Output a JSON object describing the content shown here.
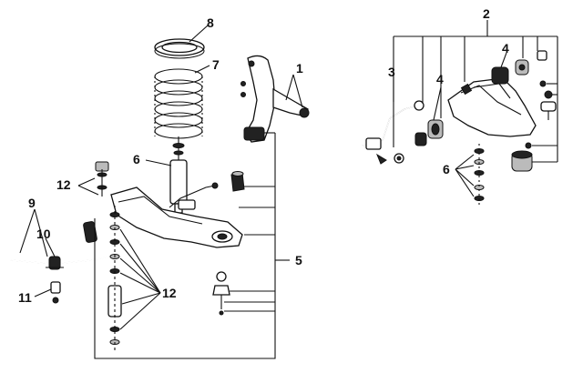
{
  "diagram": {
    "callouts": {
      "c1": "1",
      "c2": "2",
      "c3": "3",
      "c4a": "4",
      "c4b": "4",
      "c5": "5",
      "c6a": "6",
      "c6b": "6",
      "c7": "7",
      "c8": "8",
      "c9": "9",
      "c10": "10",
      "c11": "11",
      "c12a": "12",
      "c12b": "12"
    }
  }
}
